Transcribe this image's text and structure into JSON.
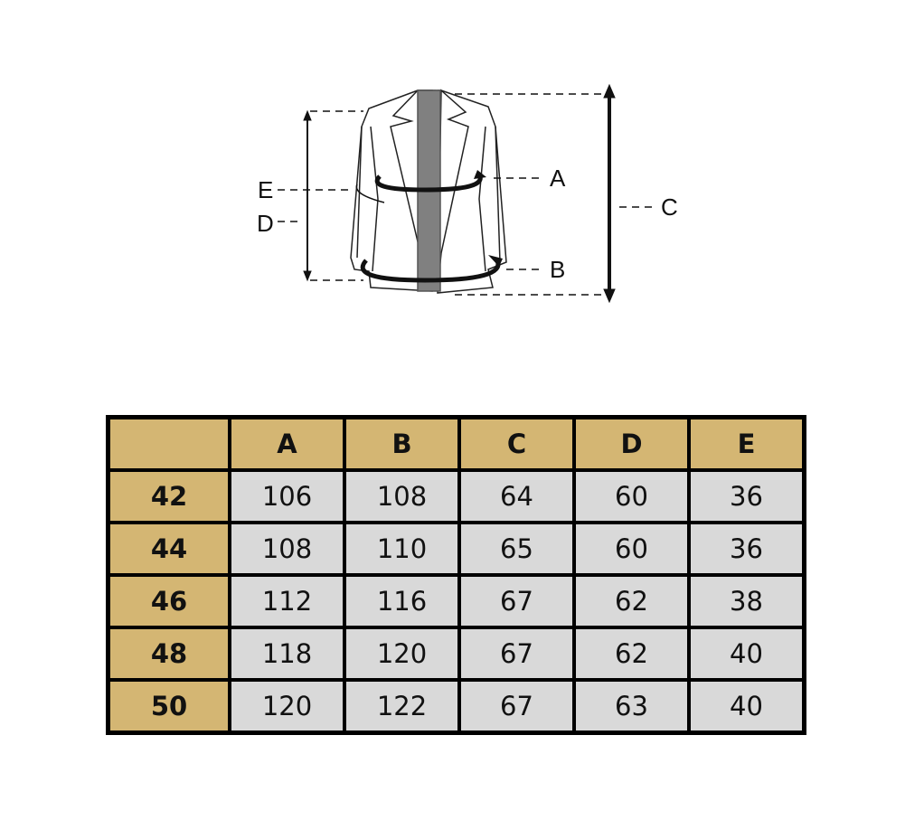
{
  "diagram": {
    "labels": {
      "A": "A",
      "B": "B",
      "C": "C",
      "D": "D",
      "E": "E"
    }
  },
  "table": {
    "corner": "",
    "headers": [
      "A",
      "B",
      "C",
      "D",
      "E"
    ],
    "rows": [
      {
        "size": "42",
        "values": [
          "106",
          "108",
          "64",
          "60",
          "36"
        ]
      },
      {
        "size": "44",
        "values": [
          "108",
          "110",
          "65",
          "60",
          "36"
        ]
      },
      {
        "size": "46",
        "values": [
          "112",
          "116",
          "67",
          "62",
          "38"
        ]
      },
      {
        "size": "48",
        "values": [
          "118",
          "120",
          "67",
          "62",
          "40"
        ]
      },
      {
        "size": "50",
        "values": [
          "120",
          "122",
          "67",
          "63",
          "40"
        ]
      }
    ]
  },
  "colors": {
    "header": "#d4b673",
    "cell": "#d9d9d9",
    "border": "#000000",
    "lining": "#808080"
  }
}
